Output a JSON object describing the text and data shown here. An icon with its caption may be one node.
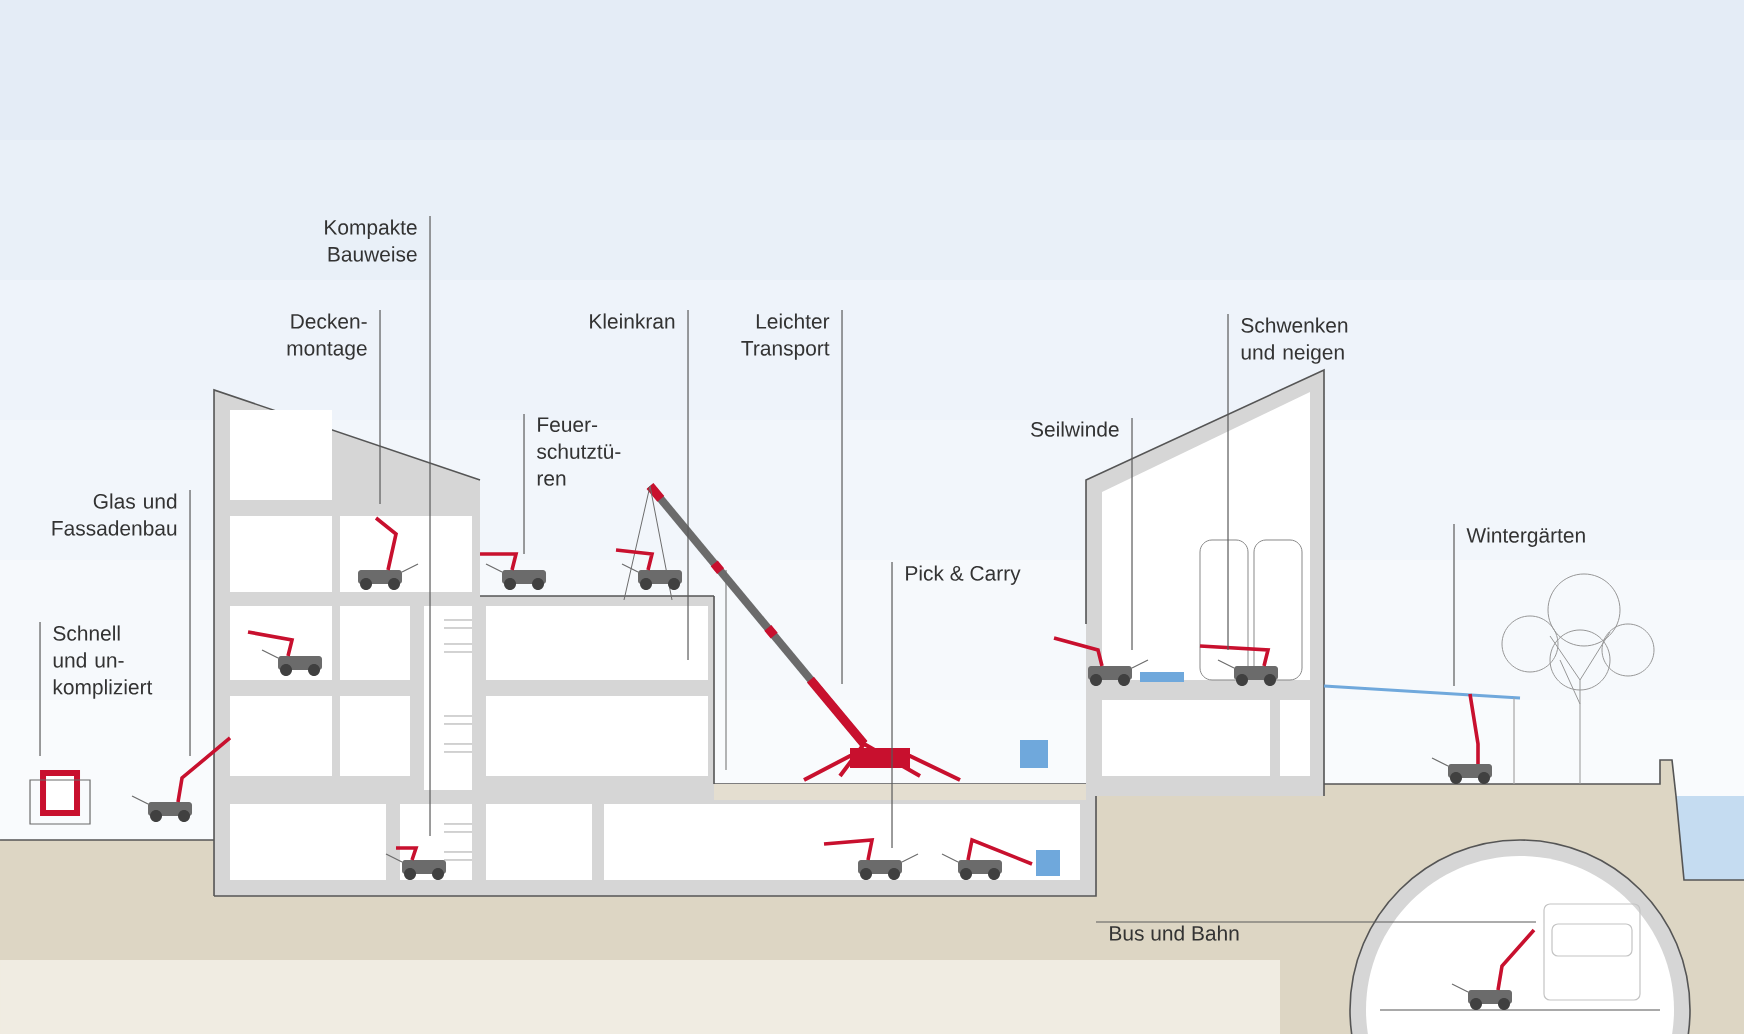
{
  "diagram": {
    "nodes": [
      {
        "text": [
          "Kompakte Bauweise"
        ]
      },
      {
        "text": [
          "Decken-montage"
        ]
      },
      {
        "text": [
          "Kleinkran"
        ]
      },
      {
        "text": [
          "Leichter Transport"
        ]
      },
      {
        "text": [
          "Schwenken und neigen"
        ]
      },
      {
        "text": [
          "Feuer-schutztü-ren"
        ]
      },
      {
        "text": [
          "Seilwinde"
        ]
      },
      {
        "text": [
          "Glas und Fassadenbau"
        ]
      },
      {
        "text": [
          "Wintergärten"
        ]
      },
      {
        "text": [
          "Pick & Carry"
        ]
      },
      {
        "text": [
          "Schnell und un-kompliziert"
        ]
      },
      {
        "text": [
          "Bus und Bahn"
        ]
      }
    ],
    "edges": [
      {
        "from": 0,
        "to": null,
        "arrow": "none"
      },
      {
        "from": 1,
        "to": null,
        "arrow": "none"
      },
      {
        "from": 2,
        "to": null,
        "arrow": "none"
      },
      {
        "from": 3,
        "to": null,
        "arrow": "none"
      },
      {
        "from": 4,
        "to": null,
        "arrow": "none"
      },
      {
        "from": 5,
        "to": null,
        "arrow": "none"
      },
      {
        "from": 6,
        "to": null,
        "arrow": "none"
      },
      {
        "from": 7,
        "to": null,
        "arrow": "none"
      },
      {
        "from": 8,
        "to": null,
        "arrow": "none"
      },
      {
        "from": 9,
        "to": null,
        "arrow": "none"
      },
      {
        "from": 10,
        "to": null,
        "arrow": "none"
      },
      {
        "from": 11,
        "to": null,
        "arrow": "none"
      }
    ]
  }
}
